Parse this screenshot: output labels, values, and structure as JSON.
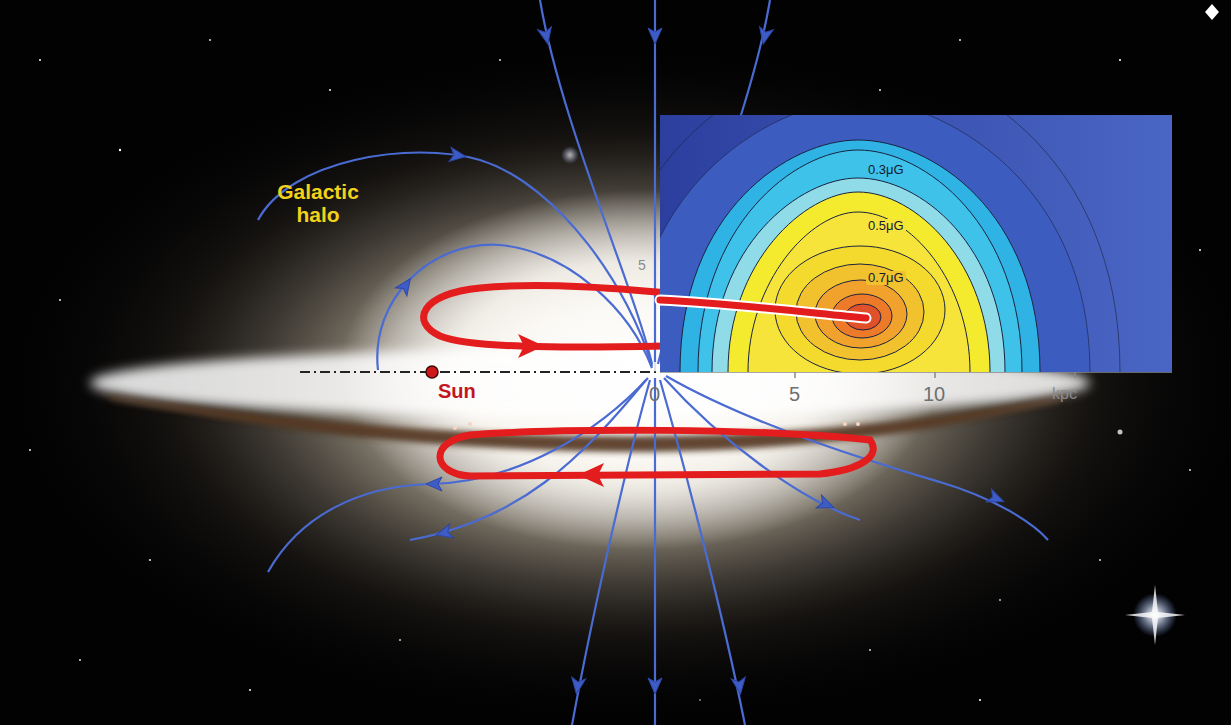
{
  "diagram": {
    "labels": [
      "Galactic halo",
      "Sun",
      "0",
      "5",
      "10",
      "kpc",
      "0.3μG",
      "0.5μG",
      "0.7μG",
      "5"
    ]
  }
}
